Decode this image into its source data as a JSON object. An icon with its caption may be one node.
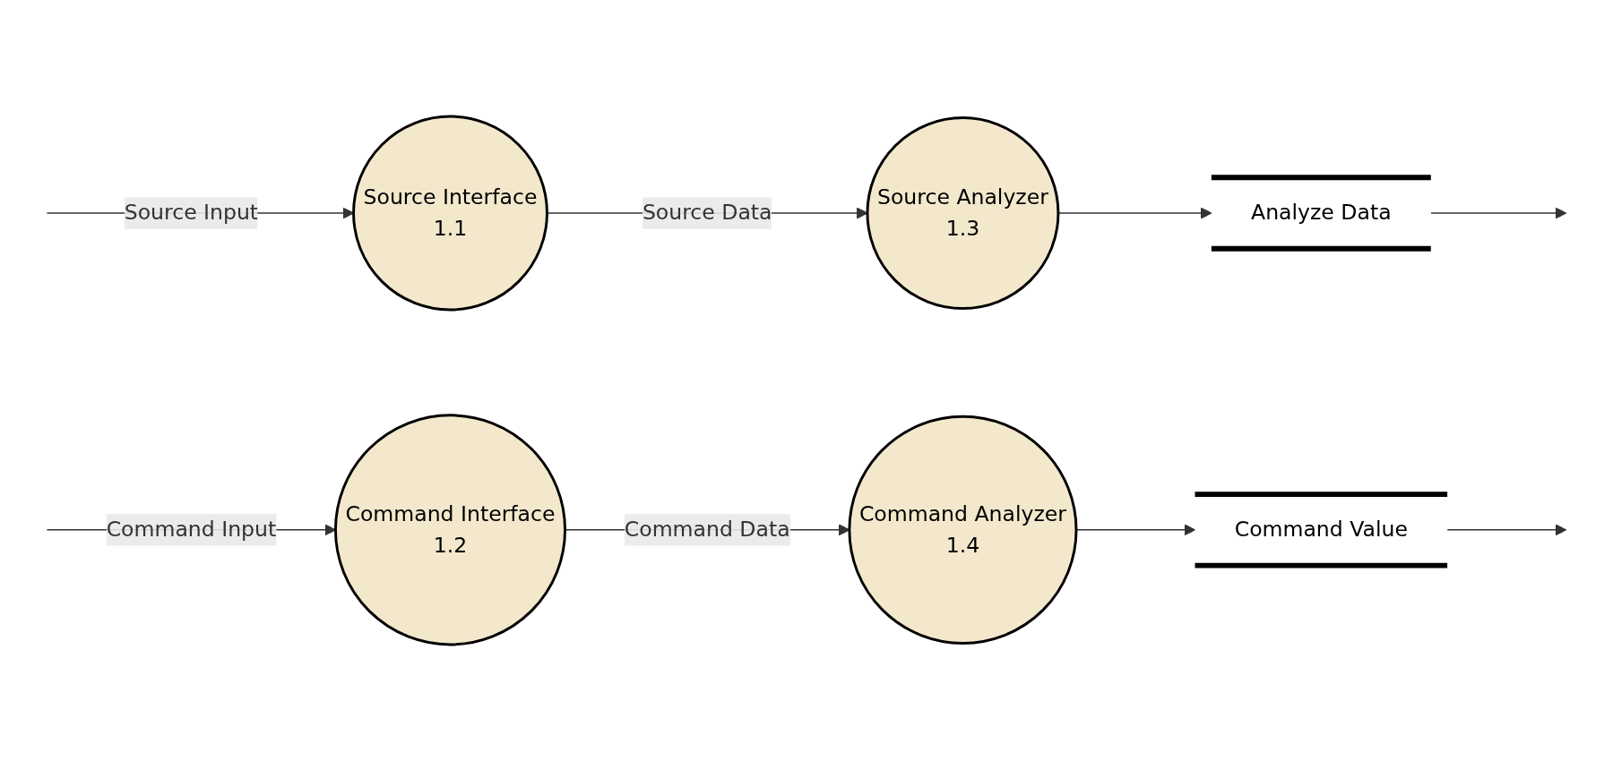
{
  "diagram": {
    "nodes": [
      {
        "text": [
          "Source Interface",
          "1.1"
        ]
      },
      {
        "text": [
          "Source Analyzer",
          "1.3"
        ]
      },
      {
        "text": [
          "Analyze Data"
        ]
      },
      {
        "text": [
          "Command Interface",
          "1.2"
        ]
      },
      {
        "text": [
          "Command Analyzer",
          "1.4"
        ]
      },
      {
        "text": [
          "Command Value"
        ]
      }
    ],
    "edges": [
      {
        "from": null,
        "to": 0,
        "arrow": "to",
        "label": "Source Input"
      },
      {
        "from": 0,
        "to": 1,
        "arrow": "to",
        "label": "Source Data"
      },
      {
        "from": 1,
        "to": 2,
        "arrow": "to"
      },
      {
        "from": 2,
        "to": null,
        "arrow": "to"
      },
      {
        "from": null,
        "to": 3,
        "arrow": "to",
        "label": "Command Input"
      },
      {
        "from": 3,
        "to": 4,
        "arrow": "to",
        "label": "Command Data"
      },
      {
        "from": 4,
        "to": 5,
        "arrow": "to"
      },
      {
        "from": 5,
        "to": null,
        "arrow": "to"
      }
    ]
  }
}
